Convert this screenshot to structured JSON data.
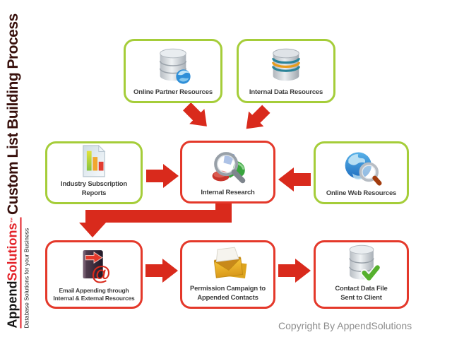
{
  "sidebar": {
    "title": "Custom List Building Process",
    "logo": {
      "name_black": "Append",
      "name_red": "Solutions",
      "trademark": "™",
      "tagline": "Database Solutions for your Business"
    }
  },
  "diagram": {
    "nodes": [
      {
        "label": "Online Partner Resources",
        "icon": "database-globe-icon",
        "border_color": "#a5cd39"
      },
      {
        "label": "Internal Data Resources",
        "icon": "database-rings-icon",
        "border_color": "#a5cd39"
      },
      {
        "label": "Industry Subscription\nReports",
        "icon": "bar-chart-report-icon",
        "border_color": "#a5cd39"
      },
      {
        "label": "Internal Research",
        "icon": "magnifier-pie-chart-icon",
        "border_color": "#e4382a"
      },
      {
        "label": "Online Web Resources",
        "icon": "globe-magnifier-icon",
        "border_color": "#a5cd39"
      },
      {
        "label": "Email Appending through\nInternal & External Resources",
        "icon": "email-append-icon",
        "border_color": "#e4382a"
      },
      {
        "label": "Permission Campaign to\nAppended Contacts",
        "icon": "open-envelope-icon",
        "border_color": "#e4382a"
      },
      {
        "label": "Contact Data File\nSent to Client",
        "icon": "database-check-icon",
        "border_color": "#e4382a"
      }
    ],
    "flow_arrows": [
      {
        "from": "Online Partner Resources",
        "to": "Internal Research",
        "direction": "down-right"
      },
      {
        "from": "Internal Data Resources",
        "to": "Internal Research",
        "direction": "down-left"
      },
      {
        "from": "Industry Subscription Reports",
        "to": "Internal Research",
        "direction": "right"
      },
      {
        "from": "Online Web Resources",
        "to": "Internal Research",
        "direction": "left"
      },
      {
        "from": "Internal Research",
        "to": "Email Appending through Internal & External Resources",
        "direction": "elbow-down-left-down"
      },
      {
        "from": "Email Appending through Internal & External Resources",
        "to": "Permission Campaign to Appended Contacts",
        "direction": "right"
      },
      {
        "from": "Permission Campaign to Appended Contacts",
        "to": "Contact Data File Sent to Client",
        "direction": "right"
      }
    ],
    "arrow_color": "#d92a1c",
    "green_border_color": "#a5cd39",
    "red_border_color": "#e4382a"
  },
  "footer": {
    "copyright": "Copyright By AppendSolutions"
  }
}
